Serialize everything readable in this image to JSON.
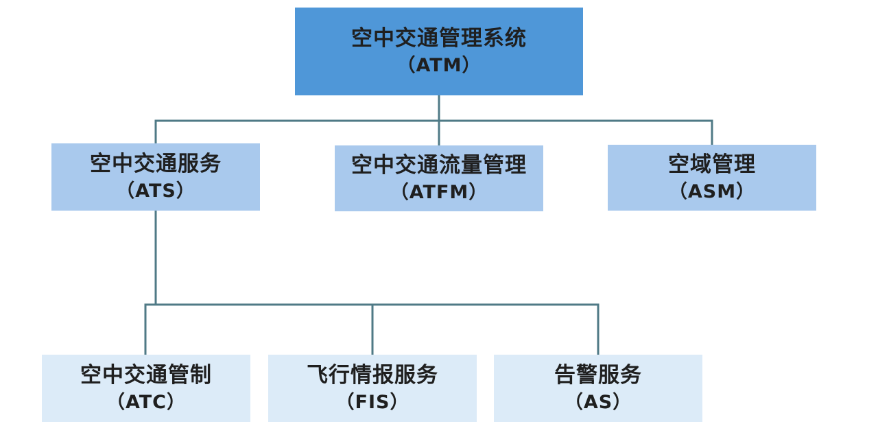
{
  "diagram": {
    "root": {
      "name": "空中交通管理系统",
      "abbr": "（ATM）"
    },
    "level1": [
      {
        "name": "空中交通服务",
        "abbr": "（ATS）"
      },
      {
        "name": "空中交通流量管理",
        "abbr": "（ATFM）"
      },
      {
        "name": "空域管理",
        "abbr": "（ASM）"
      }
    ],
    "level2": [
      {
        "name": "空中交通管制",
        "abbr": "（ATC）"
      },
      {
        "name": "飞行情报服务",
        "abbr": "（FIS）"
      },
      {
        "name": "告警服务",
        "abbr": "（AS）"
      }
    ],
    "edges": [
      [
        "空中交通管理系统",
        "空中交通服务"
      ],
      [
        "空中交通管理系统",
        "空中交通流量管理"
      ],
      [
        "空中交通管理系统",
        "空域管理"
      ],
      [
        "空中交通服务",
        "空中交通管制"
      ],
      [
        "空中交通服务",
        "飞行情报服务"
      ],
      [
        "空中交通服务",
        "告警服务"
      ]
    ]
  },
  "colors": {
    "root_fill": "#4f97d8",
    "level1_fill": "#a9c9ed",
    "level2_fill": "#dcebf8",
    "connector": "#4f7a86"
  }
}
